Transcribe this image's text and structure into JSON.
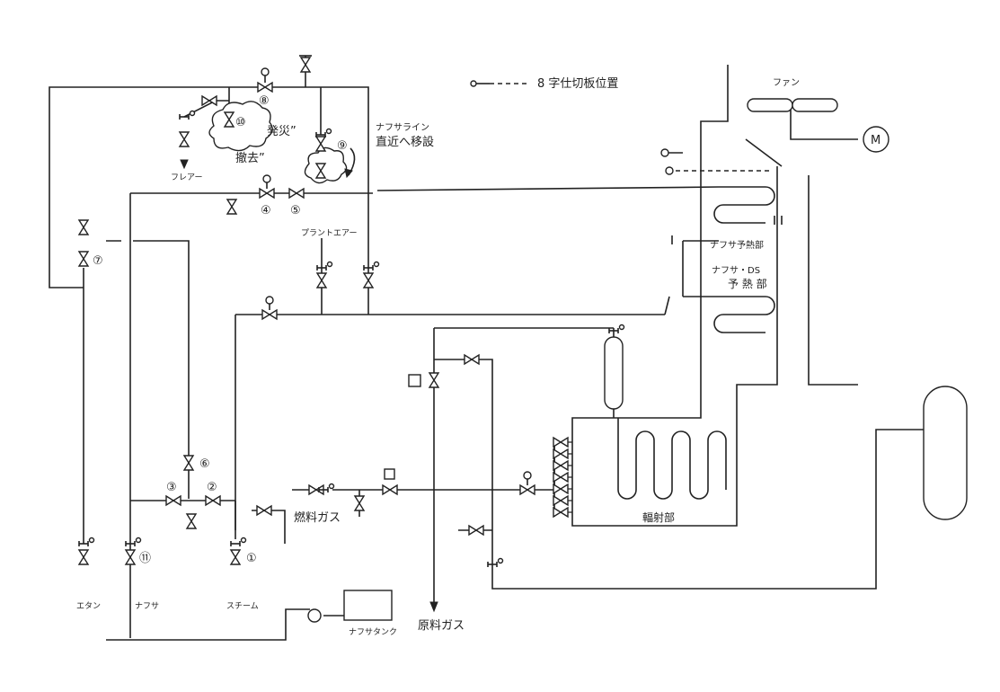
{
  "legend": {
    "text": "8 字仕切板位置"
  },
  "labels": {
    "fan": "ファン",
    "motor": "M",
    "naphtha_preheat": "ナフサ予熱部",
    "naphtha_ds_line1": "ナフサ・DS",
    "naphtha_ds_line2": "予 熱 部",
    "radiant": "輻射部",
    "fuel_gas": "燃料ガス",
    "feed_gas": "原料ガス",
    "naphtha_tank": "ナフサタンク",
    "ethane": "エタン",
    "naphtha": "ナフサ",
    "steam": "スチーム",
    "flare": "フレアー",
    "plant_air": "プラントエアー",
    "origin": "発災”",
    "removed": "撤去”",
    "naphtha_line": "ナフサライン",
    "moved_near": "直近へ移設"
  },
  "valve_numbers": {
    "v1": "①",
    "v2": "②",
    "v3": "③",
    "v4": "④",
    "v5": "⑤",
    "v6": "⑥",
    "v7": "⑦",
    "v8": "⑧",
    "v9": "⑨",
    "v10": "⑩",
    "v11": "⑪"
  }
}
